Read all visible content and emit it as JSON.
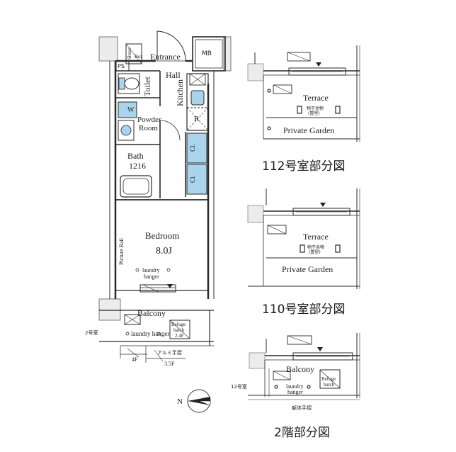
{
  "main_plan": {
    "rooms": {
      "entrance": "Entrance",
      "mb": "MB",
      "shoes_box_1": "Shoes",
      "shoes_box_2": "Box",
      "ps": "PS",
      "hall": "Hall",
      "toilet": "Toilet",
      "kitchen": "Kitchen",
      "washer": "W",
      "powder_room_1": "Powder",
      "powder_room_2": "Room",
      "fridge": "R",
      "bath": "Bath",
      "bath_size": "1216",
      "closet_1": "Cl.",
      "closet_2": "Cl.",
      "bedroom": "Bedroom",
      "bedroom_size": "8.0J",
      "picture_rail": "Picture Rail",
      "laundry_hanger_1": "laundry",
      "laundry_hanger_2": "hanger",
      "balcony": "Balcony",
      "balcony_laundry": "laundry hanger",
      "refuge_hatch_1": "Refuge",
      "refuge_hatch_2": "hatch",
      "refuge_hatch_3": "2.4F"
    },
    "annotations": {
      "neighbor_unit": "2号室",
      "aluminum_rail": "アルミ手摺",
      "dim_4f": "4F",
      "dim_3_5f": "3.5F"
    }
  },
  "detail_112": {
    "terrace": "Terrace",
    "storage_1": "物干金物",
    "storage_2": "(置型)",
    "private_garden": "Private Garden",
    "caption": "112号室部分図"
  },
  "detail_110": {
    "terrace": "Terrace",
    "storage_1": "物干金物",
    "storage_2": "(置型)",
    "private_garden": "Private Garden",
    "caption": "110号室部分図"
  },
  "detail_2f": {
    "balcony": "Balcony",
    "neighbor_unit": "12号室",
    "laundry_1": "laundry",
    "laundry_2": "hanger",
    "refuge_1": "Refuge",
    "refuge_2": "hatch",
    "railing": "躯体手摺",
    "caption": "2階部分図"
  },
  "compass": {
    "label": "N"
  },
  "colors": {
    "fixture_blue": "#a9d4ec",
    "wall": "#2a2a2a",
    "column_gray": "#e6e6e6"
  }
}
